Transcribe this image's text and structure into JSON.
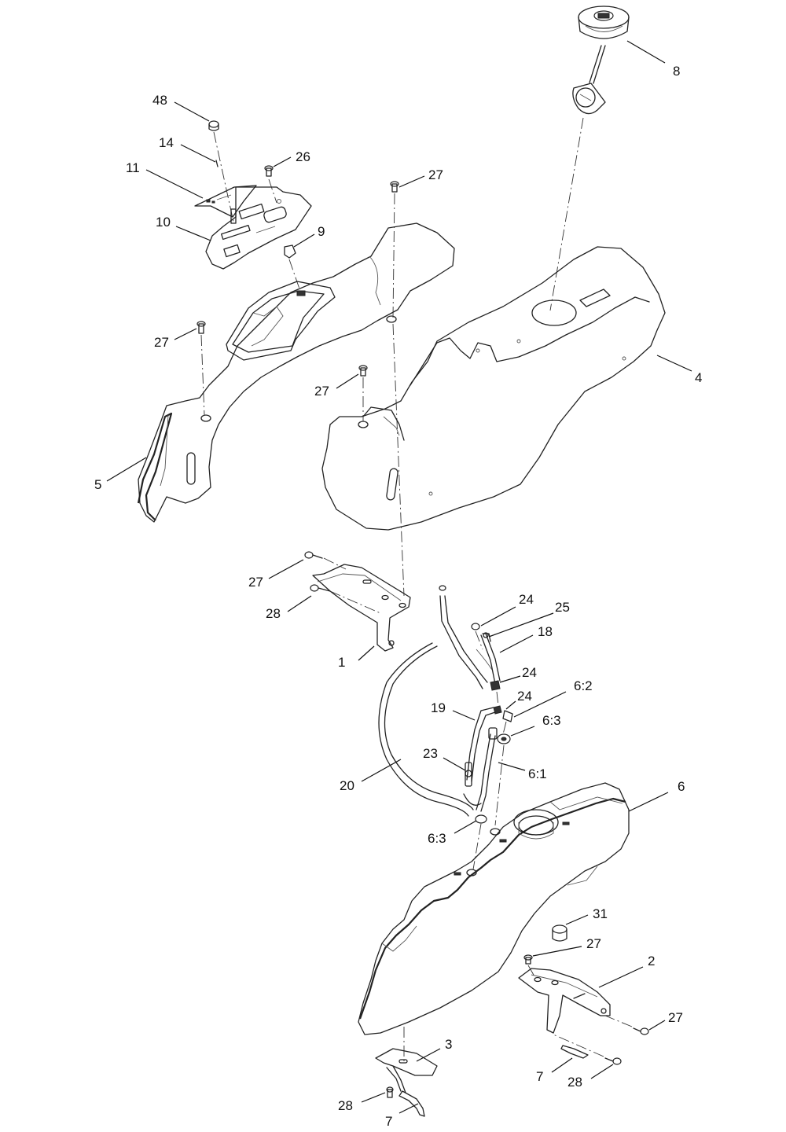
{
  "diagram": {
    "type": "exploded-parts-view",
    "callouts": [
      {
        "id": "c8",
        "label": "8"
      },
      {
        "id": "c48",
        "label": "48"
      },
      {
        "id": "c14",
        "label": "14"
      },
      {
        "id": "c26",
        "label": "26"
      },
      {
        "id": "c11",
        "label": "11"
      },
      {
        "id": "c27a",
        "label": "27"
      },
      {
        "id": "c10",
        "label": "10"
      },
      {
        "id": "c9",
        "label": "9"
      },
      {
        "id": "c27b",
        "label": "27"
      },
      {
        "id": "c4",
        "label": "4"
      },
      {
        "id": "c27c",
        "label": "27"
      },
      {
        "id": "c5",
        "label": "5"
      },
      {
        "id": "c27d",
        "label": "27"
      },
      {
        "id": "c24a",
        "label": "24"
      },
      {
        "id": "c25",
        "label": "25"
      },
      {
        "id": "c28a",
        "label": "28"
      },
      {
        "id": "c18",
        "label": "18"
      },
      {
        "id": "c1",
        "label": "1"
      },
      {
        "id": "c24b",
        "label": "24"
      },
      {
        "id": "c6_2",
        "label": "6:2"
      },
      {
        "id": "c24c",
        "label": "24"
      },
      {
        "id": "c19",
        "label": "19"
      },
      {
        "id": "c6_3a",
        "label": "6:3"
      },
      {
        "id": "c23",
        "label": "23"
      },
      {
        "id": "c6_1",
        "label": "6:1"
      },
      {
        "id": "c20",
        "label": "20"
      },
      {
        "id": "c6",
        "label": "6"
      },
      {
        "id": "c6_3b",
        "label": "6:3"
      },
      {
        "id": "c31",
        "label": "31"
      },
      {
        "id": "c27e",
        "label": "27"
      },
      {
        "id": "c2",
        "label": "2"
      },
      {
        "id": "c27f",
        "label": "27"
      },
      {
        "id": "c3",
        "label": "3"
      },
      {
        "id": "c7a",
        "label": "7"
      },
      {
        "id": "c28b",
        "label": "28"
      },
      {
        "id": "c28c",
        "label": "28"
      },
      {
        "id": "c7b",
        "label": "7"
      }
    ]
  }
}
